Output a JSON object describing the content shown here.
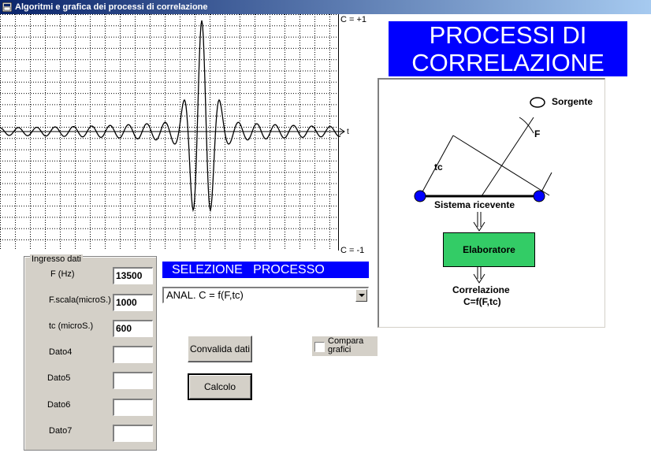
{
  "window": {
    "title": "Algoritmi e grafica dei processi di correlazione",
    "icon": "app-icon"
  },
  "graph": {
    "top_label": "C = +1",
    "bottom_label": "C = -1",
    "axis_label": "t"
  },
  "panel_title": {
    "line1": "PROCESSI   DI",
    "line2": "CORRELAZIONE"
  },
  "diagram": {
    "source_label": "Sorgente",
    "source_color": "#dd0000",
    "f_label": "F",
    "tc_label": "tc",
    "receiver_label": "Sistema ricevente",
    "processor_label": "Elaboratore",
    "processor_color": "#33cc66",
    "output_line1": "Correlazione",
    "output_line2": "C=f(F,tc)"
  },
  "input_group": {
    "legend": "Ingresso dati",
    "fields": [
      {
        "label": "F  (Hz)",
        "value": "13500"
      },
      {
        "label": "F.scala(microS.)",
        "value": "1000"
      },
      {
        "label": "tc (microS.)",
        "value": "600"
      },
      {
        "label": "Dato4",
        "value": ""
      },
      {
        "label": "Dato5",
        "value": ""
      },
      {
        "label": "Dato6",
        "value": ""
      },
      {
        "label": "Dato7",
        "value": ""
      }
    ]
  },
  "selection": {
    "header": "SELEZIONE   PROCESSO",
    "selected": "ANAL. C = f(F,tc)"
  },
  "buttons": {
    "validate": "Convalida dati",
    "compute": "Calcolo"
  },
  "compare_checkbox": {
    "label": "Compara grafici",
    "checked": false
  },
  "colors": {
    "titlebar_start": "#0a246a",
    "accent_blue": "#0000ff",
    "face": "#d4d0c8"
  }
}
